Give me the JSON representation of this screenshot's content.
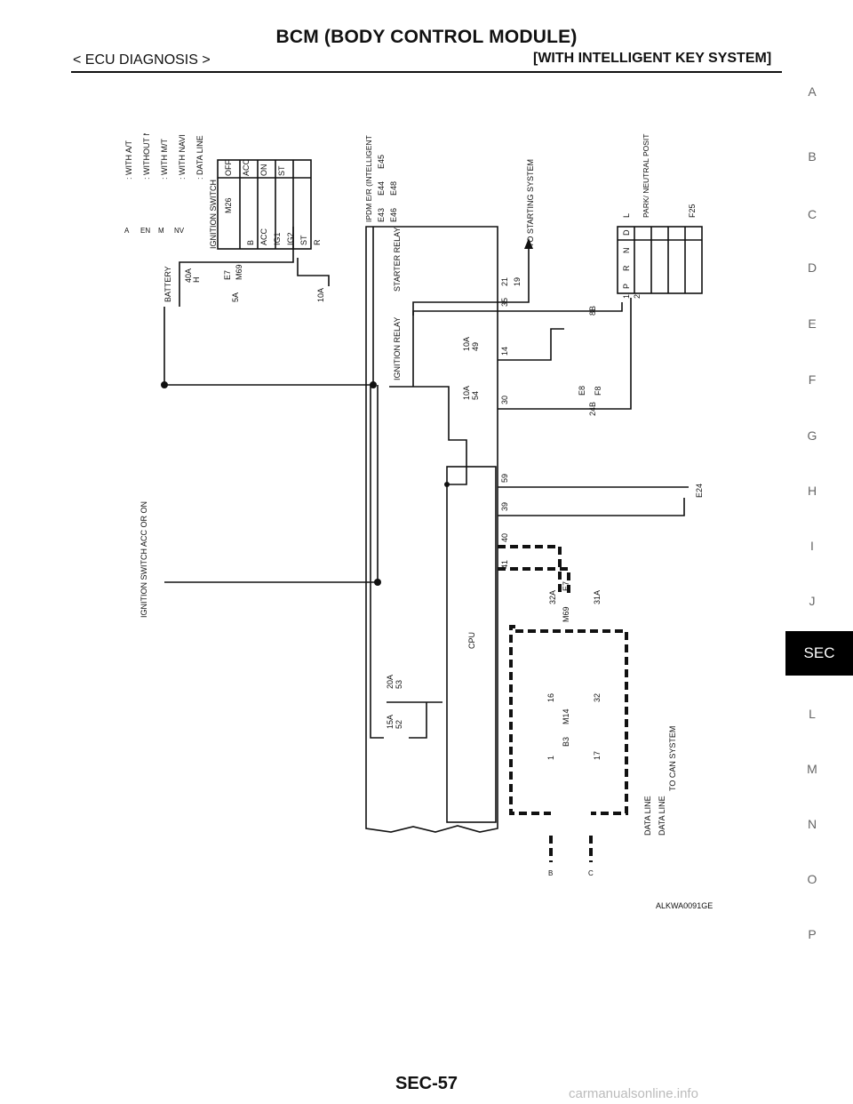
{
  "header": {
    "title": "BCM (BODY CONTROL MODULE)",
    "section": "< ECU DIAGNOSIS >",
    "subtitle": "[WITH INTELLIGENT KEY SYSTEM]"
  },
  "side_index": [
    "A",
    "B",
    "C",
    "D",
    "E",
    "F",
    "G",
    "H",
    "I",
    "J",
    "SEC",
    "L",
    "M",
    "N",
    "O",
    "P"
  ],
  "active_tab": "SEC",
  "diagram": {
    "legend": [
      {
        "code": "A",
        "text": ": WITH A/T"
      },
      {
        "code": "EN",
        "text": ": WITHOUT NAVI"
      },
      {
        "code": "M",
        "text": ": WITH M/T"
      },
      {
        "code": "NV",
        "text": ": WITH NAVI"
      },
      {
        "code": "",
        "text": ": DATA LINE"
      }
    ],
    "battery": "BATTERY",
    "fuse_40a": "40A",
    "fuse_40a_letter": "H",
    "fuse_5a": "5A",
    "fuse_10a_top": "10A",
    "conn_e7": "E7",
    "conn_m69": "M69",
    "ignition_switch": "IGNITION SWITCH",
    "ignition_switch_conn": "M26",
    "switch_header": [
      "OFF",
      "ACC",
      "ON",
      "ST"
    ],
    "switch_rows": [
      "B",
      "ACC",
      "IG1",
      "IG2",
      "ST",
      "R"
    ],
    "pdm_label": "IPDM E/R (INTELLIGENT POWER DISTRIBUTION MODULE ENGINE ROOM)",
    "pdm_conns": [
      "E43",
      "E44",
      "E45",
      "E46",
      "E48"
    ],
    "to_starting": "TO STARTING SYSTEM",
    "starter_relay": "STARTER RELAY",
    "ignition_relay": "IGNITION RELAY",
    "relay_fuse_a": "10A",
    "relay_fuse_a_num": "49",
    "relay_fuse_b": "10A",
    "relay_fuse_b_num": "54",
    "fuse_15a": "15A",
    "fuse_15a_num": "52",
    "fuse_20a": "20A",
    "fuse_20a_num": "53",
    "cpu": "CPU",
    "pins": [
      "21",
      "19",
      "35",
      "14",
      "30",
      "59",
      "39",
      "40",
      "41"
    ],
    "pnp_switch": "PARK/ NEUTRAL POSITION (PNP) SWITCH",
    "pnp_conn": "F25",
    "pnp_positions": [
      "P",
      "R",
      "N",
      "D",
      "L"
    ],
    "pnp_pins": [
      "1",
      "2"
    ],
    "conn_8b": "8B",
    "conn_24b": "24B",
    "conn_e8": "E8",
    "conn_f8": "F8",
    "ground": "E24",
    "ign_switch_acc": "IGNITION SWITCH ACC OR ON",
    "data_conn": [
      "32A",
      "31A",
      "E7",
      "M69",
      "16",
      "32",
      "1",
      "17",
      "M14",
      "B3"
    ],
    "data_line": "DATA LINE",
    "to_can": "TO CAN SYSTEM",
    "terminals": [
      "B",
      "C"
    ],
    "code": "ALKWA0091GE"
  },
  "page_number": "SEC-57",
  "watermark": "carmanualsonline.info"
}
